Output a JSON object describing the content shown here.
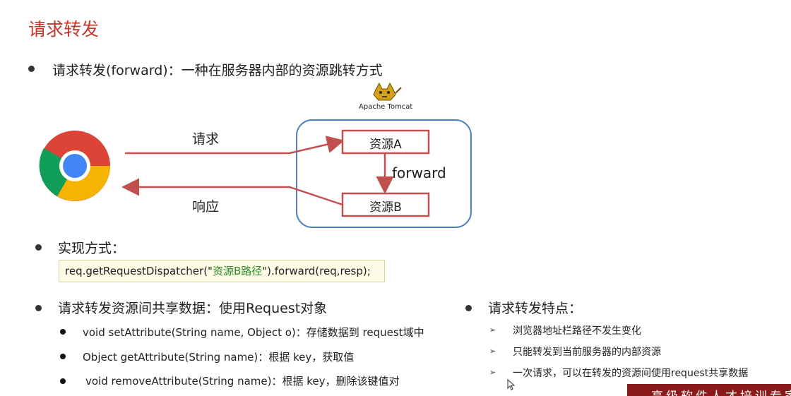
{
  "title": "请求转发",
  "intro": "请求转发(forward)：一种在服务器内部的资源跳转方式",
  "diagram": {
    "server_label": "Apache Tomcat",
    "request_label": "请求",
    "response_label": "响应",
    "resource_a": "资源A",
    "resource_b": "资源B",
    "forward_label": "forward"
  },
  "implementation": {
    "heading": "实现方式：",
    "code_prefix": "req.getRequestDispatcher(\"",
    "code_string": "资源B路径",
    "code_suffix": "\").forward(req,resp);"
  },
  "shared_data": {
    "heading": "请求转发资源间共享数据：使用Request对象",
    "items": [
      "void setAttribute(String name, Object o)：存储数据到 request域中",
      "Object getAttribute(String name)：根据 key，获取值",
      "void removeAttribute(String name)：根据 key，删除该键值对"
    ]
  },
  "features": {
    "heading": "请求转发特点：",
    "items": [
      "浏览器地址栏路径不发生变化",
      "只能转发到当前服务器的内部资源",
      "一次请求，可以在转发的资源间使用request共享数据"
    ]
  },
  "footer": "高级软件人才培训专家",
  "colors": {
    "title": "#c0392b",
    "arrow": "#c0504d",
    "server_border": "#4f81bd",
    "code_string": "#2a8a2a",
    "footer_bg": "#8b1a1a"
  }
}
